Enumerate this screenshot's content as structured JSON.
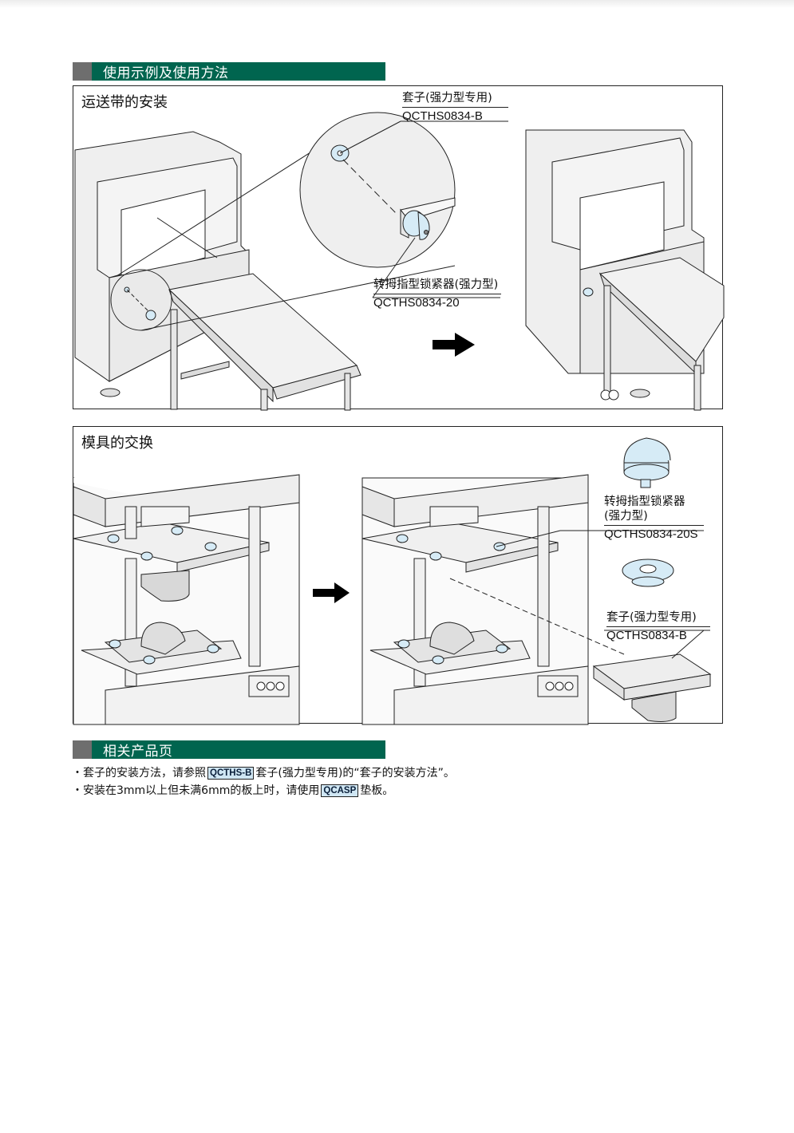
{
  "sections": {
    "usage": {
      "title": "使用示例及使用方法"
    },
    "related": {
      "title": "相关产品页"
    }
  },
  "panel_conveyor": {
    "title": "运送带的安装",
    "callout_bushing": {
      "name": "套子(强力型专用)",
      "code": "QCTHS0834-B"
    },
    "callout_clamp": {
      "name": "转拇指型锁紧器(强力型)",
      "code": "QCTHS0834-20"
    },
    "arrow_icon": "right-arrow-icon"
  },
  "panel_mold": {
    "title": "模具的交换",
    "callout_clamp": {
      "name_line1": "转拇指型锁紧器",
      "name_line2": "(强力型)",
      "code": "QCTHS0834-20S"
    },
    "callout_bushing": {
      "name": "套子(强力型专用)",
      "code": "QCTHS0834-B"
    },
    "arrow_icon": "right-arrow-icon"
  },
  "notes": [
    {
      "bullet": "・",
      "before": "套子的安装方法，请参照",
      "badge": "QCTHS-B",
      "after": "套子(强力型专用)的“套子的安装方法”。"
    },
    {
      "bullet": "・",
      "before": "安装在3mm以上但未满6mm的板上时，请使用",
      "badge": "QCASP",
      "after": "垫板。"
    }
  ],
  "colors": {
    "header_green": "#00654f",
    "header_grey": "#6e6e6e",
    "part_blue": "#d6ebf6",
    "machine_fill": "#efefef",
    "badge_bg": "#cfe6f3"
  }
}
